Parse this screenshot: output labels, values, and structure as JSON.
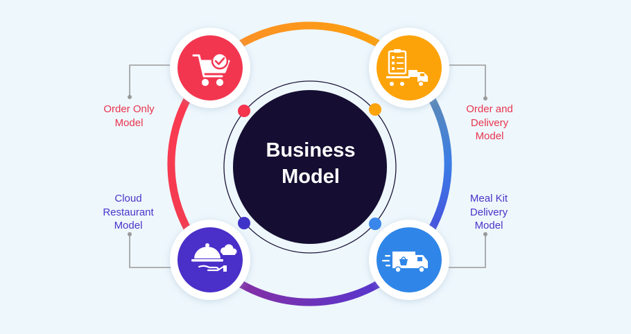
{
  "center": {
    "line1": "Business",
    "line2": "Model"
  },
  "models": [
    {
      "id": "order-only",
      "lines": [
        "Order Only",
        "Model"
      ],
      "color": "#e8344e",
      "icon": "shopping-cart-check-icon"
    },
    {
      "id": "order-and-delivery",
      "lines": [
        "Order and",
        "Delivery",
        "Model"
      ],
      "color": "#e8344e",
      "icon": "checklist-delivery-truck-icon"
    },
    {
      "id": "cloud-restaurant",
      "lines": [
        "Cloud",
        "Restaurant",
        "Model"
      ],
      "color": "#4a33c9",
      "icon": "serving-cloche-hand-icon"
    },
    {
      "id": "meal-kit-delivery",
      "lines": [
        "Meal Kit",
        "Delivery",
        "Model"
      ],
      "color": "#4a33c9",
      "icon": "fast-delivery-van-icon"
    }
  ],
  "colors": {
    "background": "#eef7fc",
    "center_circle": "#150e32",
    "red": "#fb3a4f",
    "orange": "#fda30a",
    "blue": "#3c8ae8",
    "purple": "#5a35cc"
  }
}
